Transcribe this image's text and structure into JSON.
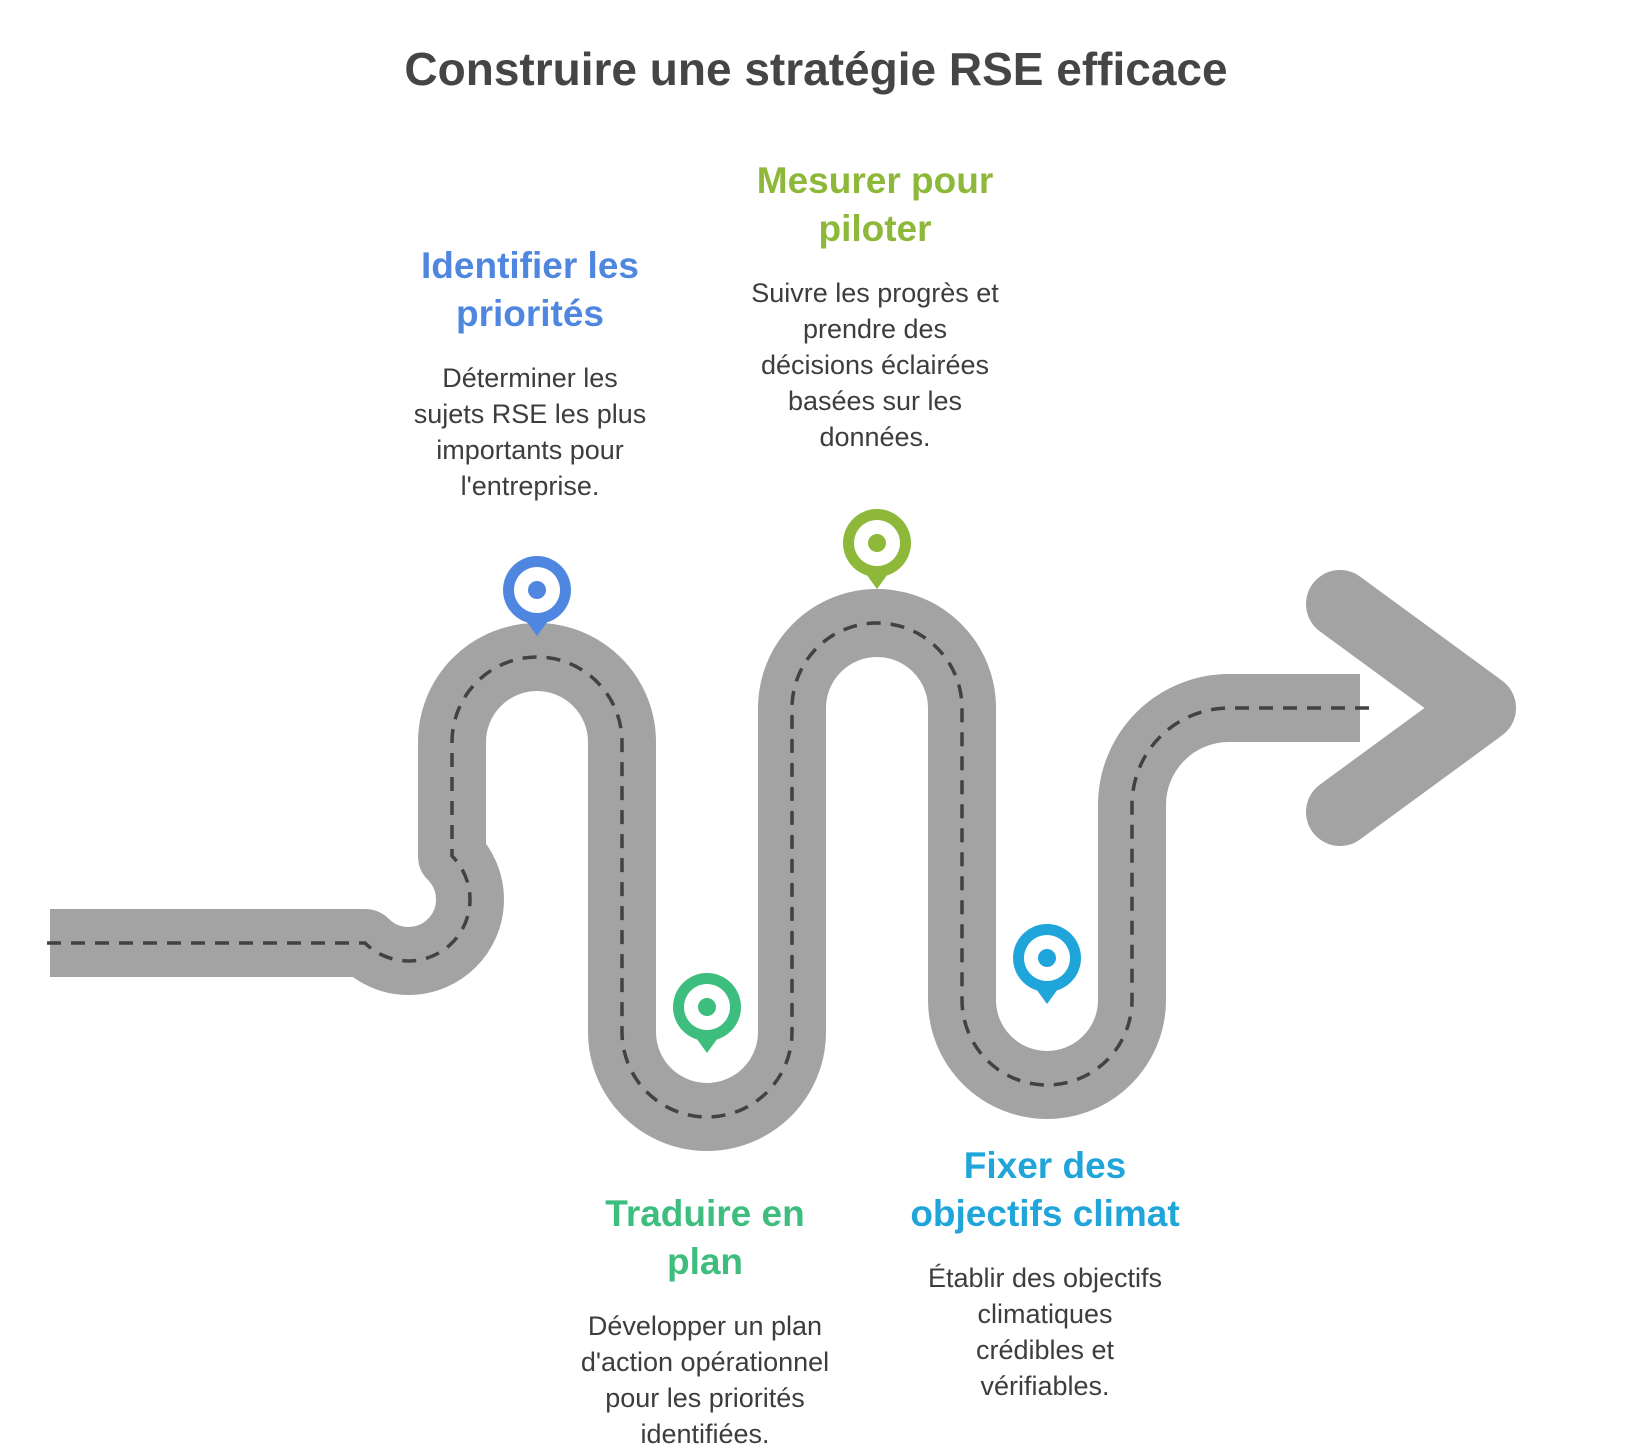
{
  "title": "Construire une stratégie RSE efficace",
  "steps": [
    {
      "id": "identifier",
      "heading_lines": [
        "Identifier les",
        "priorités"
      ],
      "desc_lines": [
        "Déterminer les",
        "sujets RSE les plus",
        "importants pour",
        "l'entreprise."
      ],
      "color": "#4F87E0"
    },
    {
      "id": "traduire",
      "heading_lines": [
        "Traduire en",
        "plan"
      ],
      "desc_lines": [
        "Développer un plan",
        "d'action opérationnel",
        "pour les priorités",
        "identifiées."
      ],
      "color": "#3DBD7E"
    },
    {
      "id": "mesurer",
      "heading_lines": [
        "Mesurer pour",
        "piloter"
      ],
      "desc_lines": [
        "Suivre les progrès et",
        "prendre des",
        "décisions éclairées",
        "basées sur les",
        "données."
      ],
      "color": "#8DB83A"
    },
    {
      "id": "fixer",
      "heading_lines": [
        "Fixer des",
        "objectifs climat"
      ],
      "desc_lines": [
        "Établir des objectifs",
        "climatiques",
        "crédibles et",
        "vérifiables."
      ],
      "color": "#1FA5D9"
    }
  ],
  "road_color": "#A3A3A3",
  "dash_color": "#424242"
}
